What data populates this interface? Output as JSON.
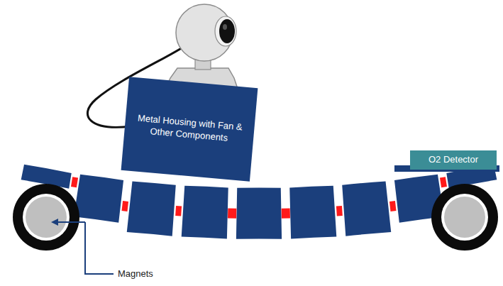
{
  "diagram": {
    "nodes": [
      {
        "text": [
          "Metal Housing with Fan & Other Components"
        ]
      },
      {
        "text": [
          "O2 Detector"
        ]
      }
    ],
    "labels": [
      "Magnets"
    ]
  }
}
